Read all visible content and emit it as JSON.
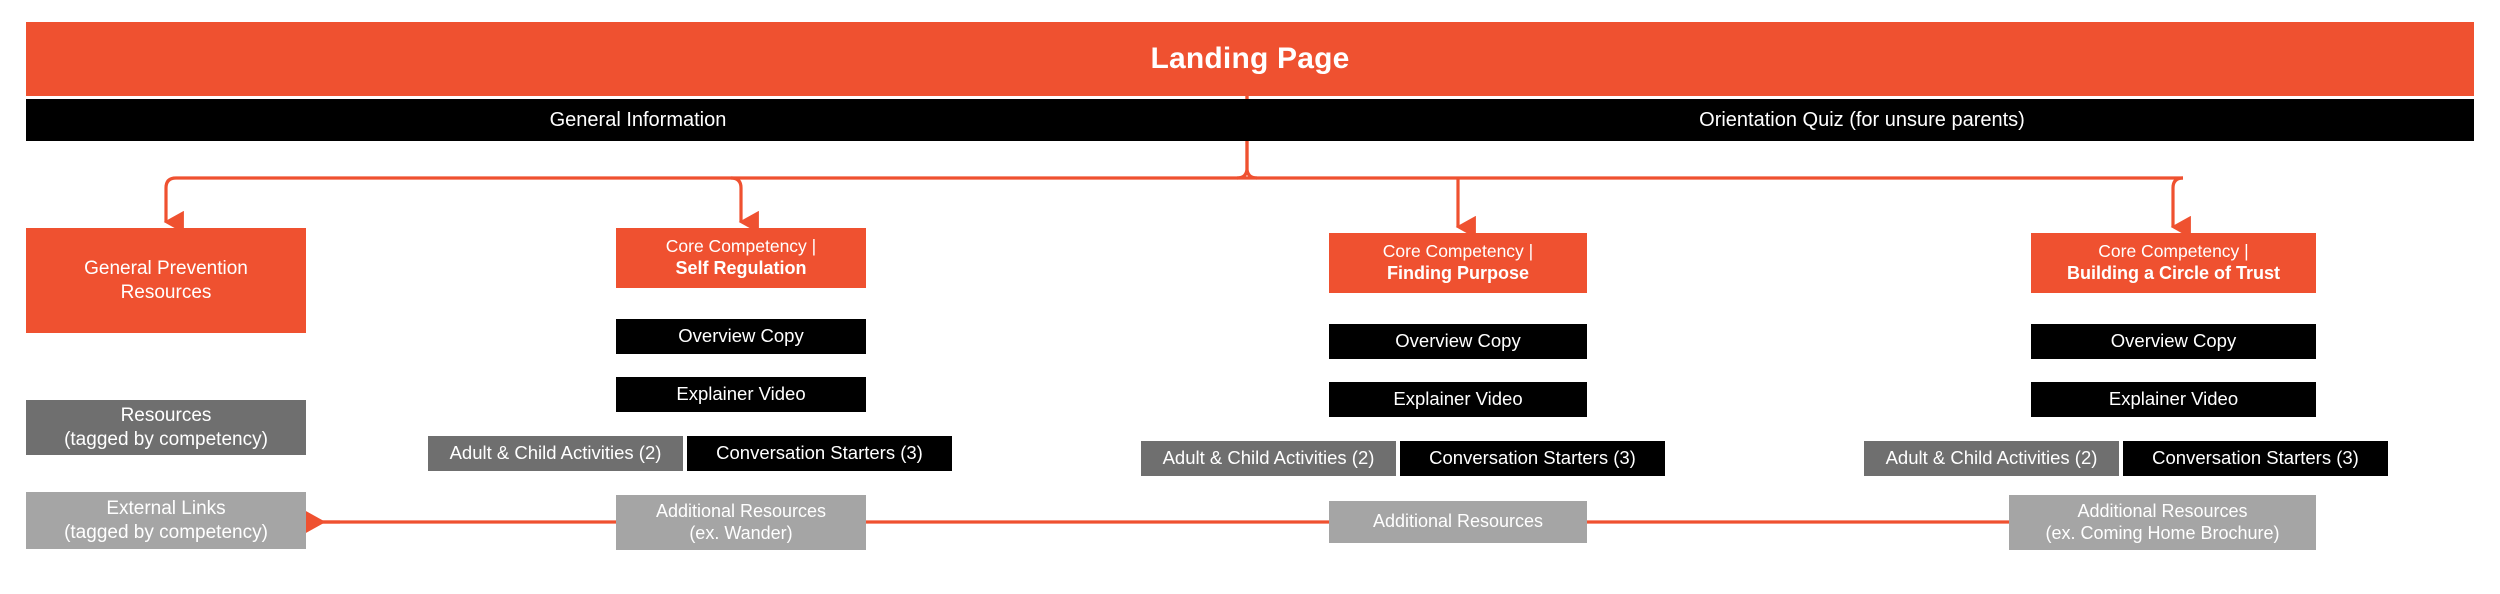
{
  "colors": {
    "accent": "#ef5130",
    "black": "#000000",
    "gray_dark": "#6f6f6f",
    "gray_light": "#a5a5a5",
    "text_on_fill": "#ffffff",
    "page_background": "#ffffff"
  },
  "header": {
    "title": "Landing Page"
  },
  "nav": {
    "items": [
      {
        "label": "General Information"
      },
      {
        "label": "Orientation Quiz (for unsure parents)"
      }
    ]
  },
  "columns": {
    "general": {
      "main": {
        "line1": "General Prevention",
        "line2": "Resources"
      },
      "resources": {
        "line1": "Resources",
        "line2": "(tagged by competency)"
      },
      "external": {
        "line1": "External Links",
        "line2": "(tagged by competency)"
      }
    },
    "competencies": [
      {
        "head_line1": "Core Competency |",
        "head_line2": "Self Regulation",
        "overview": "Overview Copy",
        "video": "Explainer Video",
        "activities": "Adult & Child Activities (2)",
        "conversation": "Conversation Starters (3)",
        "extra_line1": "Additional Resources",
        "extra_line2": "(ex. Wander)"
      },
      {
        "head_line1": "Core Competency |",
        "head_line2": "Finding Purpose",
        "overview": "Overview Copy",
        "video": "Explainer Video",
        "activities": "Adult & Child Activities (2)",
        "conversation": "Conversation Starters (3)",
        "extra_line1": "Additional Resources",
        "extra_line2": ""
      },
      {
        "head_line1": "Core Competency |",
        "head_line2": "Building a Circle of Trust",
        "overview": "Overview Copy",
        "video": "Explainer Video",
        "activities": "Adult & Child Activities (2)",
        "conversation": "Conversation Starters (3)",
        "extra_line1": "Additional Resources",
        "extra_line2": "(ex. Coming Home Brochure)"
      }
    ]
  }
}
